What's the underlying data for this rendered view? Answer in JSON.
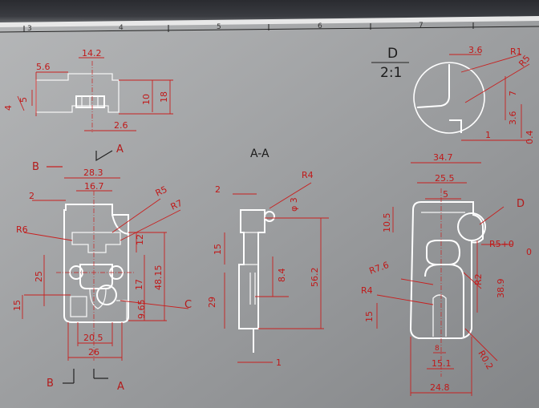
{
  "frame": {
    "zone_numbers": [
      "3",
      "4",
      "5",
      "6",
      "7"
    ]
  },
  "top_view": {
    "dims": [
      "5.6",
      "14.2",
      "5",
      "4",
      "10",
      "18",
      "2.6"
    ]
  },
  "detail_d": {
    "title": "D",
    "scale": "2:1",
    "dims": [
      "3.6",
      "R1",
      "R5",
      "7",
      "3.6",
      "0.4",
      "1"
    ]
  },
  "front_view": {
    "section_labels": [
      "B",
      "A",
      "B",
      "A"
    ],
    "dims": [
      "28.3",
      "16.7",
      "2",
      "R5",
      "R7",
      "R6",
      "12",
      "25",
      "48.15",
      "17",
      "15",
      "9.65",
      "20.5",
      "26"
    ],
    "callout": "C"
  },
  "section_aa": {
    "title": "A-A",
    "dims": [
      "R4",
      "2",
      "φ 3",
      "15",
      "56.2",
      "8.4",
      "29",
      "1"
    ]
  },
  "right_view": {
    "dims": [
      "34.7",
      "25.5",
      "5",
      "10.5",
      "R5+0",
      "0",
      "R7.6",
      "R2",
      "38.9",
      "R4",
      "15",
      "8",
      "15.1",
      "R0.2",
      "24.8"
    ],
    "callout": "D"
  }
}
